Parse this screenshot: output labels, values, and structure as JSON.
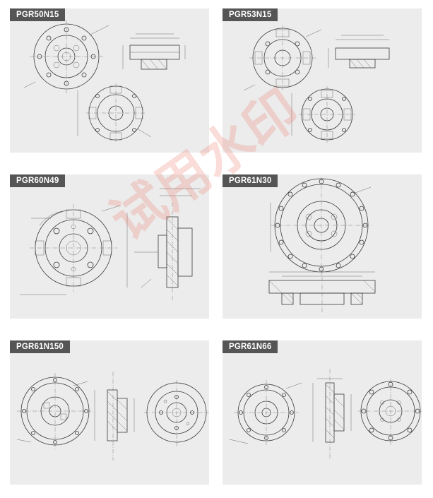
{
  "cards": [
    {
      "label": "PGR50N15"
    },
    {
      "label": "PGR53N15"
    },
    {
      "label": "PGR60N49"
    },
    {
      "label": "PGR61N30"
    },
    {
      "label": "PGR61N150"
    },
    {
      "label": "PGR61N66"
    }
  ],
  "watermark": "试用水印",
  "colors": {
    "label_bg": "#555555",
    "card_bg": "#ececec",
    "watermark": "#eb7869"
  }
}
